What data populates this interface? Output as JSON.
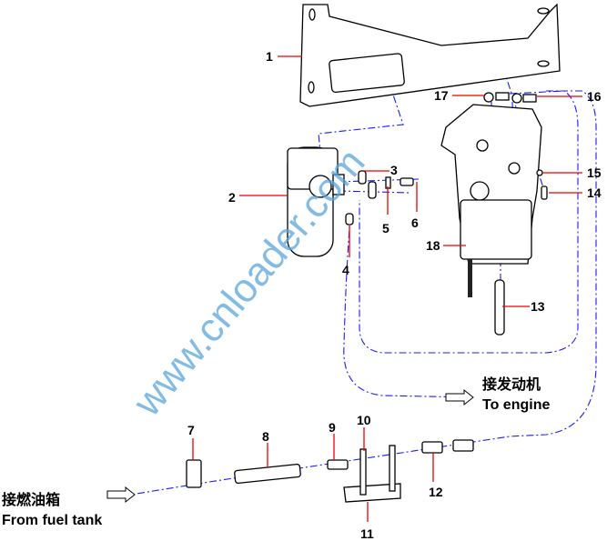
{
  "callouts": [
    "1",
    "2",
    "3",
    "4",
    "5",
    "6",
    "7",
    "8",
    "9",
    "10",
    "11",
    "12",
    "13",
    "14",
    "15",
    "16",
    "17",
    "18"
  ],
  "to_engine": {
    "zh": "接发动机",
    "en": "To engine"
  },
  "from_tank": {
    "zh": "接燃油箱",
    "en": "From fuel tank"
  },
  "watermark": "www.cnloader.com",
  "colors": {
    "leader": "#e00000",
    "flow_line": "#1a1aff",
    "watermark": "#5aa5dd"
  }
}
